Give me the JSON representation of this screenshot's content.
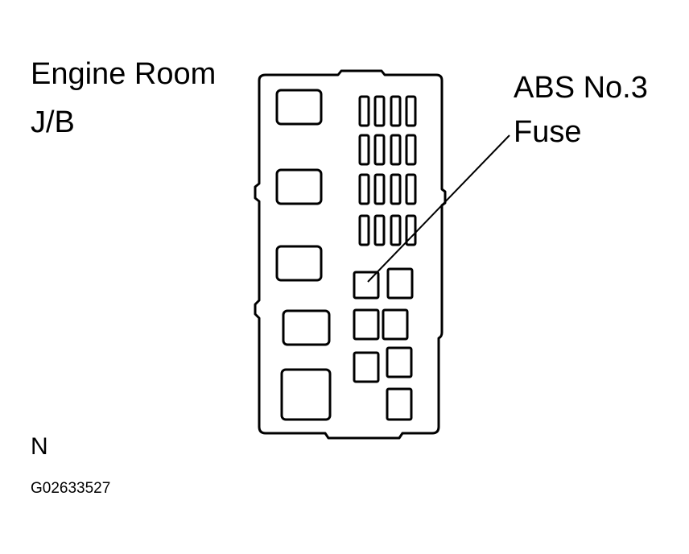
{
  "labels": {
    "jb_line1": "Engine Room",
    "jb_line2": "J/B",
    "fuse_line1": "ABS No.3",
    "fuse_line2": "Fuse",
    "view_code": "N",
    "figure_id": "G02633527"
  }
}
